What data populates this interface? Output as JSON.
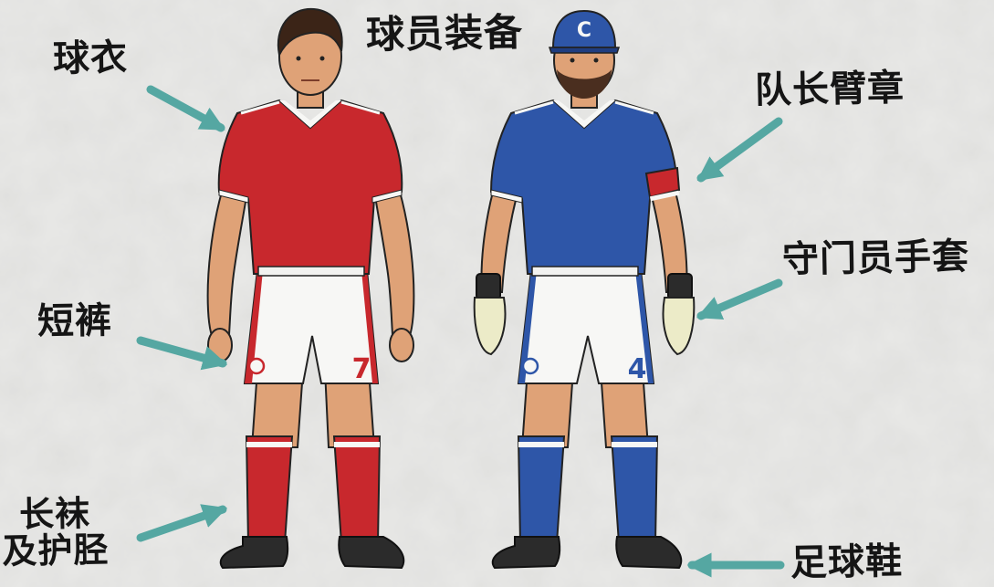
{
  "title": "球员装备",
  "labels": {
    "jersey": "球衣",
    "shorts": "短裤",
    "socks_line1": "长袜",
    "socks_line2": "及护胫",
    "captain_armband": "队长臂章",
    "goalkeeper_gloves": "守门员手套",
    "boots": "足球鞋"
  },
  "players": {
    "left": {
      "shorts_number": "7"
    },
    "right": {
      "cap_letter": "C",
      "shorts_number": "4"
    }
  },
  "colors": {
    "background": "#e9e9e7",
    "arrow": "#55a7a2",
    "red_kit": "#c8282d",
    "red_kit_dark": "#9c1c21",
    "blue_kit": "#2e56a8",
    "blue_kit_dark": "#1f3d80",
    "white_kit": "#f7f7f5",
    "skin": "#dfa277",
    "skin_dark": "#bf8055",
    "boot": "#2b2b2b",
    "text": "#151515"
  }
}
